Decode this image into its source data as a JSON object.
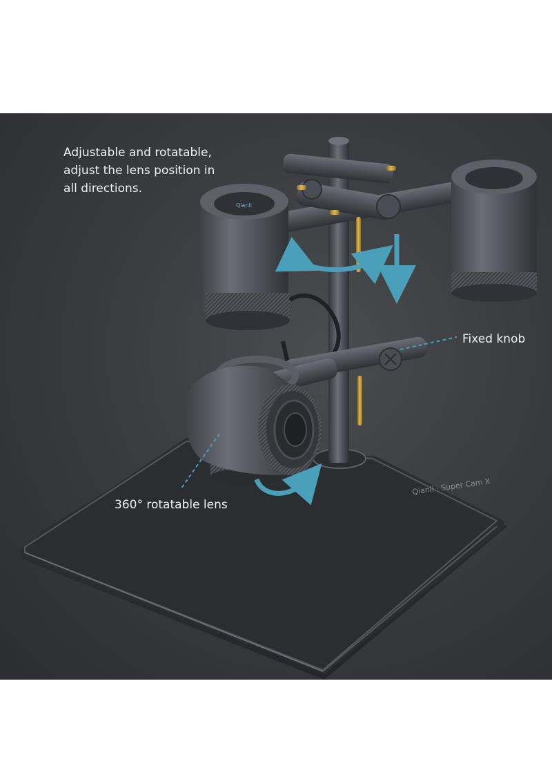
{
  "captions": {
    "adjust": {
      "line1": "Adjustable and rotatable,",
      "line2": "adjust the lens position in",
      "line3": "all directions."
    },
    "fixed_knob": "Fixed knob",
    "rotatable_lens": "360° rotatable lens"
  },
  "product": {
    "base_mark": "Qianli · Super Cam X",
    "lens_cap_mark": "Qianli"
  },
  "colors": {
    "background": "#3a3c40",
    "metal": "#55585e",
    "accent_arrow": "#4aa0b8",
    "brass": "#c9a23c"
  }
}
